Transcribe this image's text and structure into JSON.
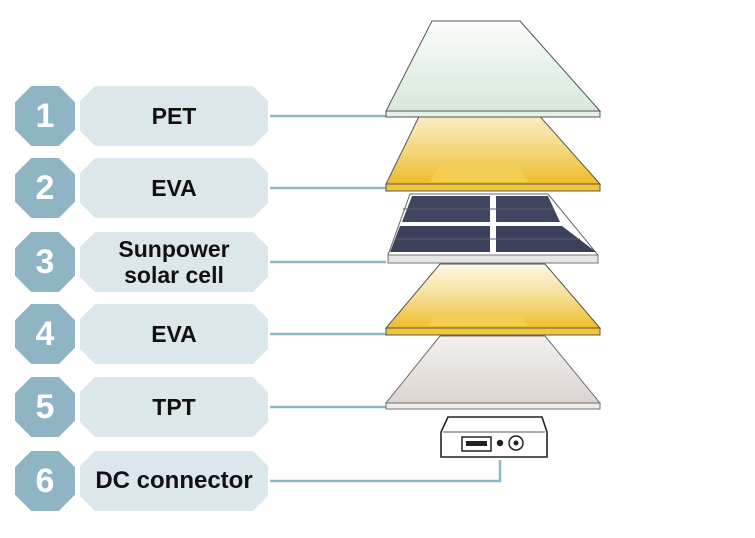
{
  "layers": [
    {
      "number": "1",
      "label": "PET"
    },
    {
      "number": "2",
      "label": "EVA"
    },
    {
      "number": "3",
      "label": "Sunpower\nsolar cell"
    },
    {
      "number": "4",
      "label": "EVA"
    },
    {
      "number": "5",
      "label": "TPT"
    },
    {
      "number": "6",
      "label": "DC connector"
    }
  ],
  "colors": {
    "badge": "#8fb4c4",
    "label_bg": "#dce7ec",
    "leader_line": "#8fb7c4",
    "pet": "#e6f1e8",
    "eva": "#f0c53a",
    "solar_cell": "#3a3f5c",
    "tpt": "#e4dedb"
  }
}
